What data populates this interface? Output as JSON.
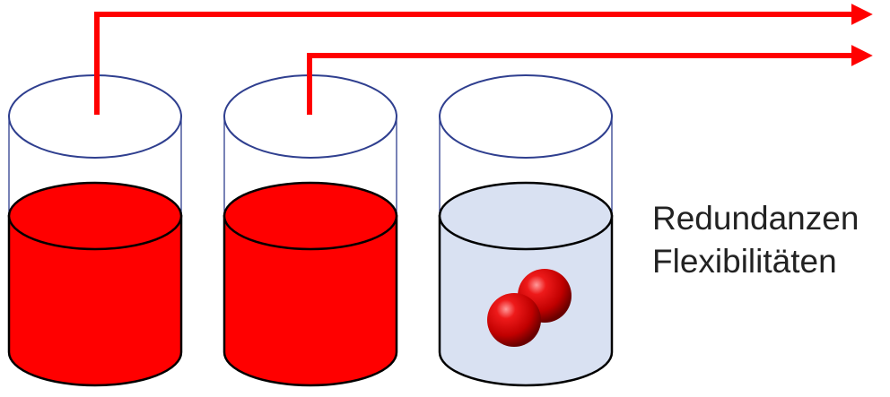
{
  "labels": {
    "redundancies": "Redundanzen",
    "flexibilities": "Flexibilitäten"
  },
  "colors": {
    "fill_full": "#ff0000",
    "fill_light": "#d9e1f2",
    "outline_container": "#2f3f8f",
    "outline_fill": "#000000",
    "arrow": "#ff0000",
    "molecule": "#e00000"
  },
  "containers": [
    {
      "name": "container-1",
      "state": "full",
      "has_arrow": true
    },
    {
      "name": "container-2",
      "state": "full",
      "has_arrow": true
    },
    {
      "name": "container-3",
      "state": "light-with-molecule",
      "has_arrow": false
    }
  ]
}
